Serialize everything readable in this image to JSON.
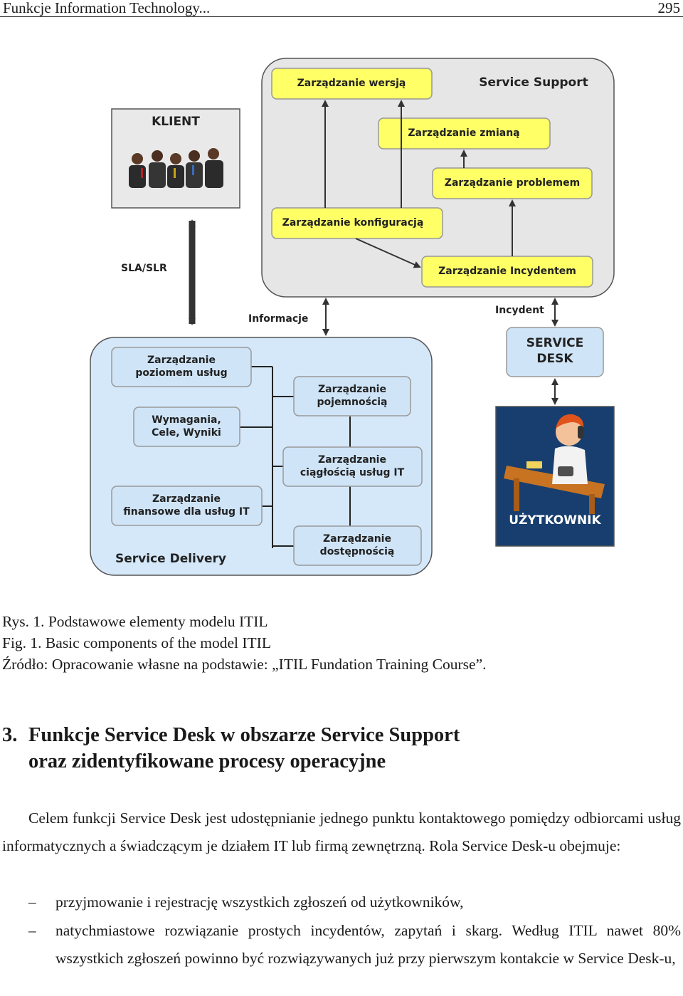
{
  "header": {
    "title": "Funkcje Information Technology...",
    "page_number": "295"
  },
  "diagram": {
    "service_support": {
      "title": "Service Support",
      "boxes": [
        "Zarządzanie wersją",
        "Zarządzanie zmianą",
        "Zarządzanie problemem",
        "Zarządzanie konfiguracją",
        "Zarządzanie Incydentem"
      ]
    },
    "klient_label": "KLIENT",
    "sla_label": "SLA/SLR",
    "informacje_label": "Informacje",
    "incydent_label": "Incydent",
    "service_desk": [
      "SERVICE",
      "DESK"
    ],
    "uzytkownik_label": "UŻYTKOWNIK",
    "service_delivery": {
      "title": "Service Delivery",
      "left_boxes": [
        [
          "Zarządzanie",
          "poziomem usług"
        ],
        [
          "Wymagania,",
          "Cele, Wyniki"
        ],
        [
          "Zarządzanie",
          "finansowe dla usług IT"
        ]
      ],
      "right_boxes": [
        [
          "Zarządzanie",
          "pojemnością"
        ],
        [
          "Zarządzanie",
          "ciągłością usług IT"
        ],
        [
          "Zarządzanie",
          "dostępnością"
        ]
      ]
    }
  },
  "caption": {
    "line1": "Rys. 1. Podstawowe elementy modelu ITIL",
    "line2": "Fig. 1. Basic components of the model ITIL",
    "line3": "Źródło: Opracowanie własne na podstawie: „ITIL Fundation Training Course”."
  },
  "section": {
    "number": "3.",
    "title_line1": "Funkcje Service Desk w obszarze Service Support",
    "title_line2": "oraz zidentyfikowane procesy operacyjne"
  },
  "body": {
    "paragraph": "Celem funkcji Service Desk jest udostępnianie jednego punktu kontaktowego pomiędzy odbiorcami usług informatycznych a świadczącym je działem IT lub firmą zewnętrzną. Rola Service Desk-u obejmuje:",
    "bullets": [
      "przyjmowanie i rejestrację wszystkich zgłoszeń od użytkowników,",
      "natychmiastowe rozwiązanie prostych incydentów, zapytań i skarg. Według ITIL nawet 80% wszystkich zgłoszeń powinno być rozwiązywanych już przy pierwszym kontakcie w Service Desk-u,"
    ],
    "bullet_dash": "–"
  },
  "colors": {
    "support_bg": "#e6e6e6",
    "delivery_bg": "#d5e8fa",
    "yellow_box": "#ffff66",
    "blue_box": "#cfe4f7",
    "service_desk_box": "#cfe4f7",
    "user_panel": "#173e6e"
  }
}
